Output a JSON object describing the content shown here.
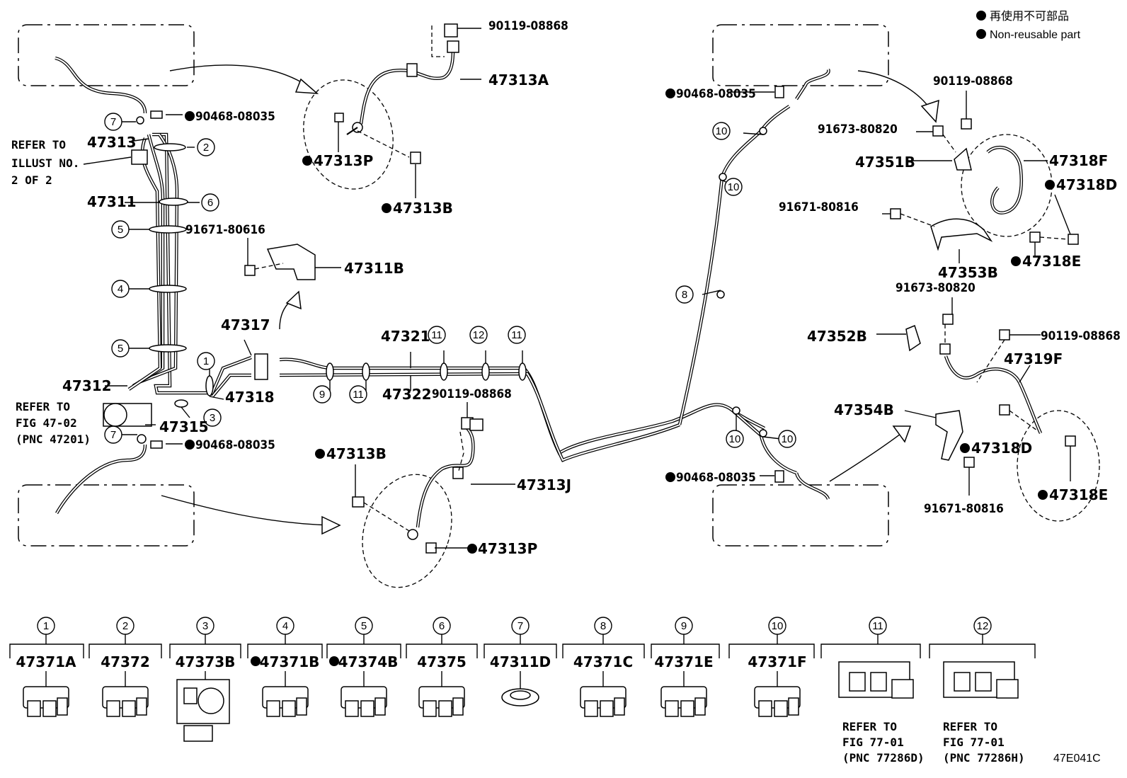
{
  "legend": {
    "jp": "再使用不可部品",
    "en": "Non-reusable part"
  },
  "diagram_code": "47E041C",
  "refer": {
    "illust_l1": "REFER TO",
    "illust_l2": "ILLUST NO.",
    "illust_l3": "2 OF 2",
    "fig4702_l1": "REFER TO",
    "fig4702_l2": "FIG 47-02",
    "fig4702_l3": "(PNC 47201)",
    "fig77_11_l1": "REFER TO",
    "fig77_11_l2": "FIG 77-01",
    "fig77_11_l3": "(PNC 77286D)",
    "fig77_12_l1": "REFER TO",
    "fig77_12_l2": "FIG 77-01",
    "fig77_12_l3": "(PNC 77286H)"
  },
  "labels": {
    "p90119_top": "90119-08868",
    "p47313A": "47313A",
    "p90468_tl": "90468-08035",
    "p47313_left": "47313",
    "p47313P_top": "47313P",
    "p47313B_top": "47313B",
    "p47311": "47311",
    "p91671_80616": "91671-80616",
    "p47311B": "47311B",
    "p47317": "47317",
    "p47321": "47321",
    "p47312": "47312",
    "p47318": "47318",
    "p47322": "47322",
    "p47315": "47315",
    "p90468_bl": "90468-08035",
    "p90119_mid": "90119-08868",
    "p47313B_bot": "47313B",
    "p47313J": "47313J",
    "p47313P_bot": "47313P",
    "p90468_tr": "90468-08035",
    "p90119_tr": "90119-08868",
    "p91673_tr": "91673-80820",
    "p47351B": "47351B",
    "p47318F": "47318F",
    "p47318D_top": "47318D",
    "p91671_80816_top": "91671-80816",
    "p47353B": "47353B",
    "p47318E_top": "47318E",
    "p91673_mid": "91673-80820",
    "p47352B": "47352B",
    "p90119_rb": "90119-08868",
    "p47319F": "47319F",
    "p47354B": "47354B",
    "p47318D_bot": "47318D",
    "p90468_br": "90468-08035",
    "p47318E_bot": "47318E",
    "p91671_80816_bot": "91671-80816"
  },
  "callouts": {
    "n1": "1",
    "n2": "2",
    "n3": "3",
    "n4": "4",
    "n5": "5",
    "n6": "6",
    "n7": "7",
    "n8": "8",
    "n9": "9",
    "n10": "10",
    "n11": "11",
    "n12": "12"
  },
  "bottom_parts": [
    {
      "num": "1",
      "label": "47371A",
      "nonreusable": false
    },
    {
      "num": "2",
      "label": "47372",
      "nonreusable": false
    },
    {
      "num": "3",
      "label": "47373B",
      "nonreusable": false
    },
    {
      "num": "4",
      "label": "47371B",
      "nonreusable": true
    },
    {
      "num": "5",
      "label": "47374B",
      "nonreusable": true
    },
    {
      "num": "6",
      "label": "47375",
      "nonreusable": false
    },
    {
      "num": "7",
      "label": "47311D",
      "nonreusable": false
    },
    {
      "num": "8",
      "label": "47371C",
      "nonreusable": false
    },
    {
      "num": "9",
      "label": "47371E",
      "nonreusable": false
    },
    {
      "num": "10",
      "label": "47371F",
      "nonreusable": false
    },
    {
      "num": "11",
      "label": "",
      "nonreusable": false
    },
    {
      "num": "12",
      "label": "",
      "nonreusable": false
    }
  ]
}
